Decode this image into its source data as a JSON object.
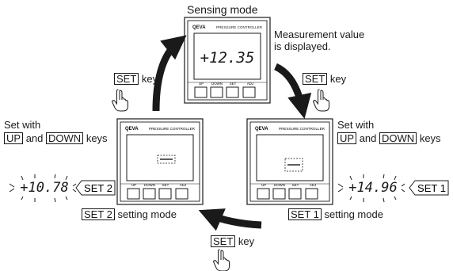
{
  "modes": {
    "sensing": {
      "title": "Sensing mode",
      "reading": "+12.35",
      "note_line1": "Measurement value",
      "note_line2": "is displayed."
    },
    "set2": {
      "box_label": "SET 2",
      "suffix": "setting mode",
      "reading": "+10.78"
    },
    "set1": {
      "box_label": "SET 1",
      "suffix": "setting mode",
      "reading": "+14.96"
    }
  },
  "device": {
    "brand": "QEVA",
    "model": "PRESSURE CONTROLLER",
    "keys": [
      "UP",
      "DOWN",
      "SET",
      "ADJ"
    ]
  },
  "transitions": {
    "key_box": "SET",
    "key_word": "key"
  },
  "set_with": {
    "line1": "Set with",
    "up": "UP",
    "and": "and",
    "down": "DOWN",
    "keys": "keys"
  },
  "flash_tags": {
    "left": "SET 2",
    "right": "SET 1"
  },
  "colors": {
    "ink": "#1a1a1a",
    "arrow": "#1a1a1a",
    "device_face": "#ffffff"
  }
}
